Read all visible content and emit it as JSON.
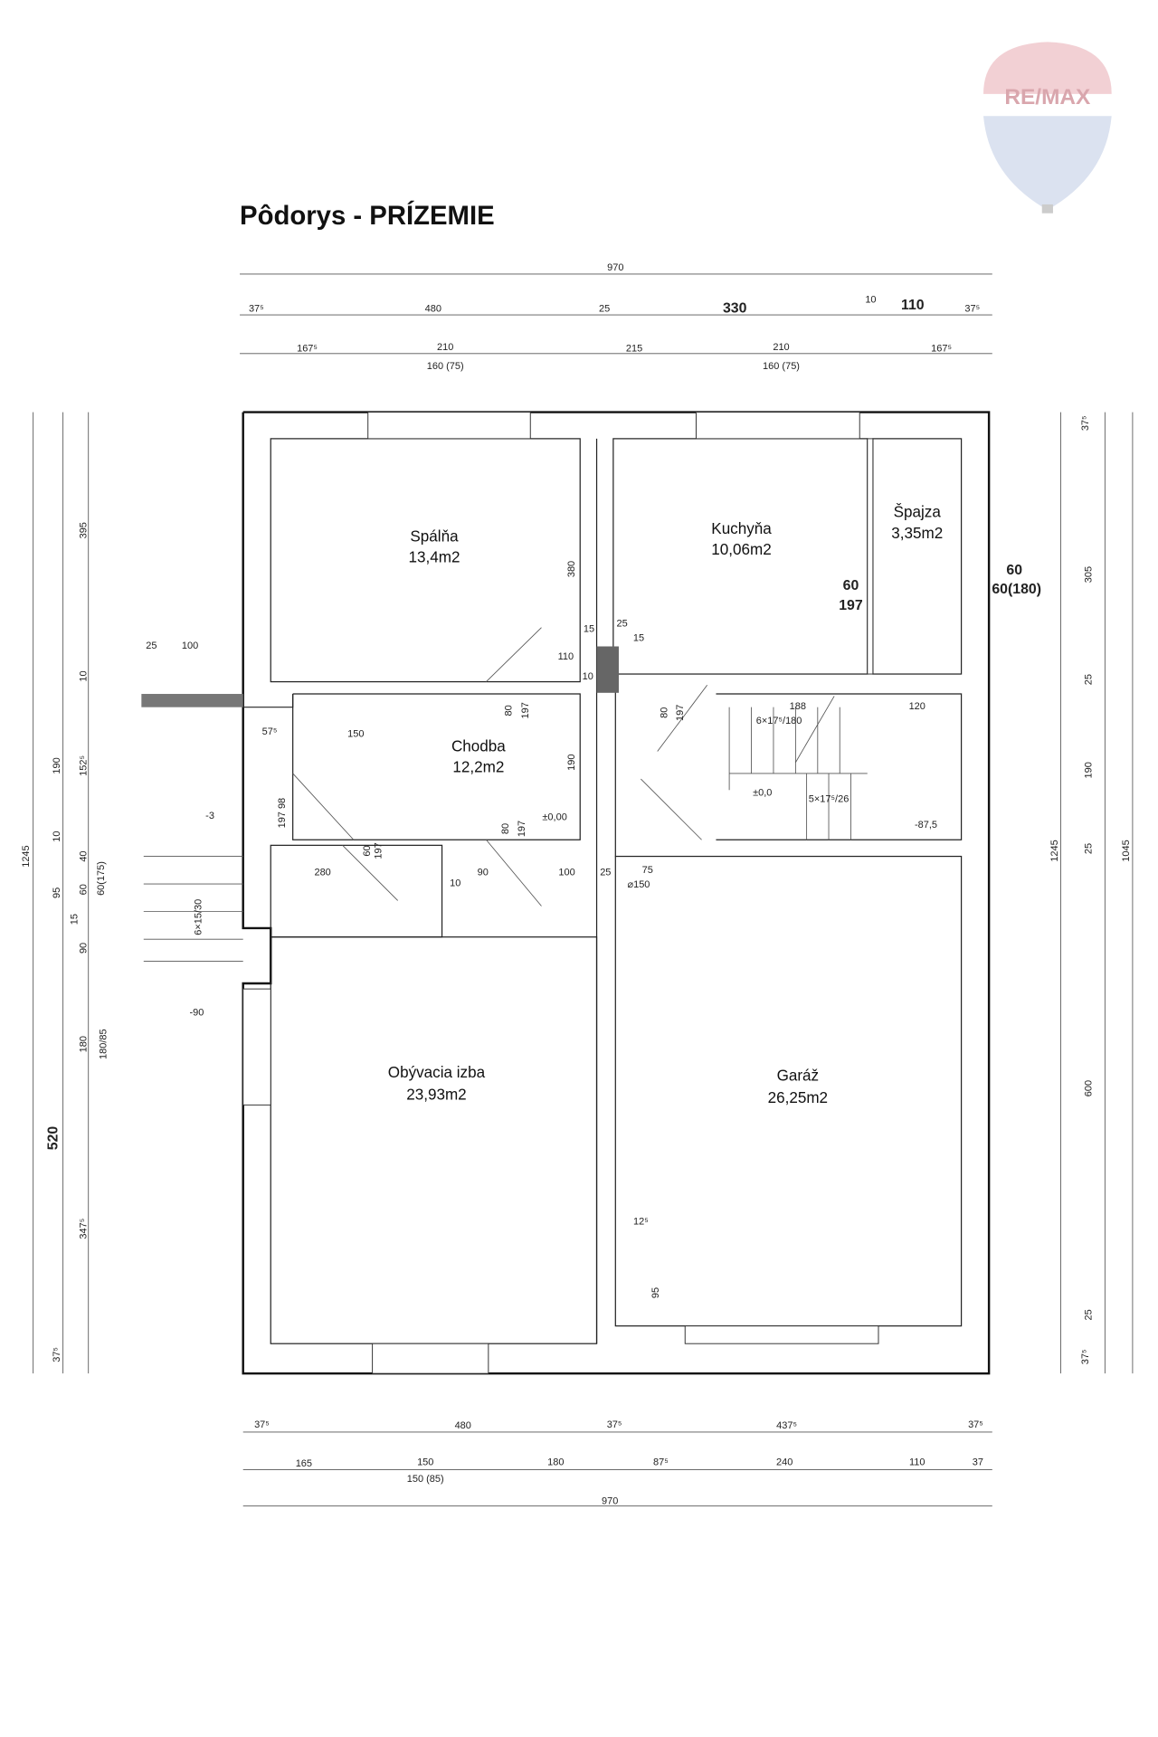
{
  "title": "Pôdorys - PRÍZEMIE",
  "logo": {
    "text": "RE/MAX",
    "colors": {
      "red": "#e8b3ba",
      "blue": "#c9d3e6"
    }
  },
  "rooms": [
    {
      "name": "Spálňa",
      "area": "13,4m2"
    },
    {
      "name": "Kuchyňa",
      "area": "10,06m2"
    },
    {
      "name": "Špajza",
      "area": "3,35m2"
    },
    {
      "name": "Chodba",
      "area": "12,2m2"
    },
    {
      "name": "Obývacia izba",
      "area": "23,93m2"
    },
    {
      "name": "Garáž",
      "area": "26,25m2"
    }
  ],
  "dims_top": [
    "970",
    "37⁵",
    "480",
    "25",
    "330",
    "10",
    "110",
    "37⁵",
    "167⁵",
    "210",
    "160 (75)",
    "215",
    "210",
    "160 (75)",
    "167⁵"
  ],
  "dims_bottom": [
    "37⁵",
    "480",
    "37⁵",
    "437⁵",
    "37⁵",
    "165",
    "150",
    "150 (85)",
    "180",
    "87⁵",
    "240",
    "110",
    "37",
    "970"
  ],
  "dims_left": [
    "1245",
    "395",
    "10",
    "190",
    "152⁵",
    "10",
    "40",
    "95",
    "60",
    "60(175)",
    "15",
    "90",
    "180",
    "180/85",
    "520",
    "347⁵",
    "37⁵"
  ],
  "dims_right": [
    "37⁵",
    "305",
    "25",
    "190",
    "25",
    "600",
    "25",
    "37⁵",
    "1245",
    "1045"
  ],
  "notes": [
    "60",
    "197",
    "60",
    "60(180)",
    "25",
    "100",
    "57⁵",
    "150",
    "380",
    "110",
    "15",
    "25",
    "15",
    "10",
    "80",
    "197",
    "190",
    "80",
    "197",
    "±0,00",
    "-3",
    "98",
    "197",
    "280",
    "10",
    "90",
    "100",
    "25",
    "75",
    "⌀150",
    "188",
    "6×17⁵/180",
    "120",
    "±0,0",
    "5×17⁵/26",
    "-87,5",
    "6×15/30",
    "-90",
    "12⁵",
    "95",
    "80",
    "197",
    "60",
    "197"
  ]
}
